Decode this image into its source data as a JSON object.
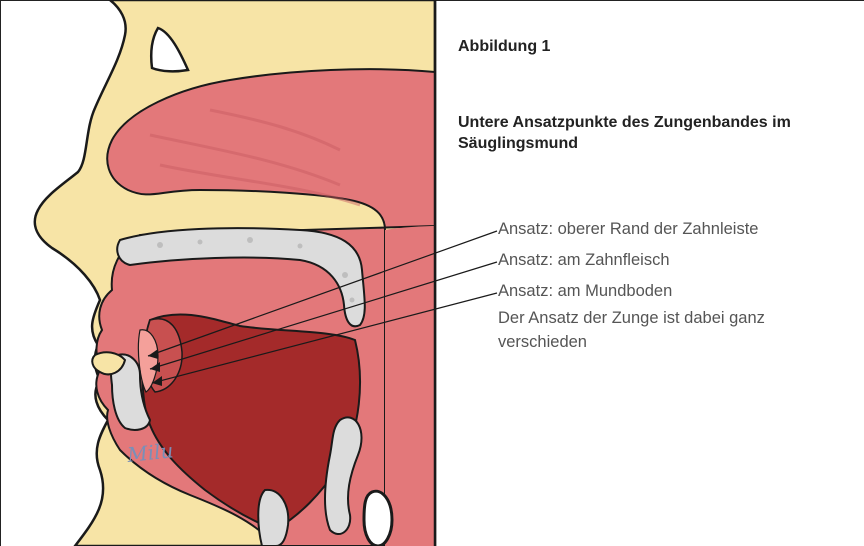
{
  "figure": {
    "title": "Abbildung 1",
    "subtitle": "Untere Ansatzpunkte des Zungenbandes im Säuglingsmund",
    "labels": [
      "Ansatz: oberer Rand der Zahnleiste",
      "Ansatz: am Zahnfleisch",
      "Ansatz: am Mundboden"
    ],
    "note": "Der Ansatz der Zunge ist dabei ganz verschieden",
    "signature": "Milu"
  },
  "colors": {
    "skin": "#f7e4a6",
    "oral_tissue": "#e3787a",
    "tongue_dark": "#a42a2a",
    "tongue_mid": "#c85050",
    "frenulum_highlight": "#f4a09a",
    "bone": "#dcdcdc",
    "outline": "#1a1a1a",
    "signature_ink": "#7a8fb8"
  }
}
